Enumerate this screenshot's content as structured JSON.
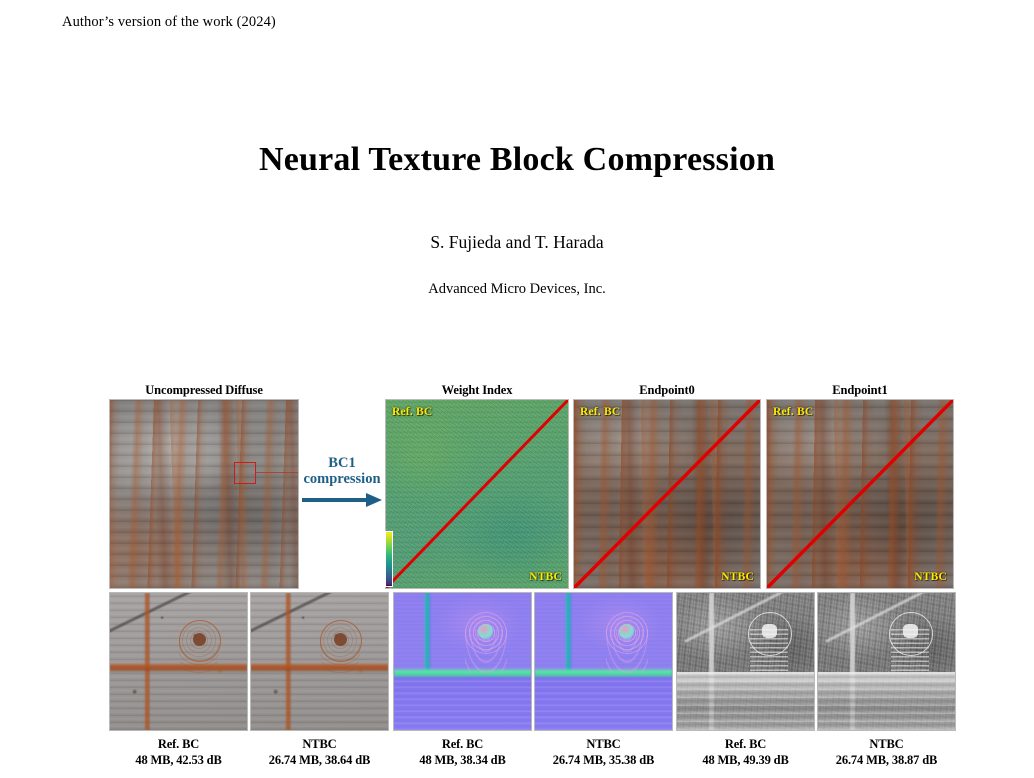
{
  "page": {
    "author_version_note": "Author’s version of the work (2024)",
    "title": "Neural Texture Block Compression",
    "authors": "S. Fujieda and T. Harada",
    "affiliation": "Advanced Micro Devices, Inc."
  },
  "colors": {
    "accent_blue": "#1e5f86",
    "split_line_red": "#e00000",
    "roi_red": "#d11a1a",
    "corner_label_yellow": "#ffea00",
    "page_background": "#ffffff",
    "text": "#000000"
  },
  "figure": {
    "column_headers": [
      {
        "label": "Uncompressed Diffuse"
      },
      {
        "label": "Weight Index"
      },
      {
        "label": "Endpoint0"
      },
      {
        "label": "Endpoint1"
      }
    ],
    "bc1_annotation": {
      "line1": "BC1",
      "line2": "compression",
      "arrow_icon": "right-arrow-icon"
    },
    "top_panels": [
      {
        "name": "uncompressed-diffuse",
        "header": "Uncompressed Diffuse",
        "has_split": false,
        "top_left_label": "",
        "bottom_right_label": "",
        "has_roi_box": true,
        "has_colorbar": false,
        "texture": "rusty-metal-diffuse"
      },
      {
        "name": "weight-index",
        "header": "Weight Index",
        "has_split": true,
        "top_left_label": "Ref. BC",
        "bottom_right_label": "NTBC",
        "has_roi_box": false,
        "has_colorbar": true,
        "texture": "green-weight-index-noise"
      },
      {
        "name": "endpoint0",
        "header": "Endpoint0",
        "has_split": true,
        "top_left_label": "Ref. BC",
        "bottom_right_label": "NTBC",
        "has_roi_box": false,
        "has_colorbar": false,
        "texture": "rusty-metal-endpoint"
      },
      {
        "name": "endpoint1",
        "header": "Endpoint1",
        "has_split": true,
        "top_left_label": "Ref. BC",
        "bottom_right_label": "NTBC",
        "has_roi_box": false,
        "has_colorbar": false,
        "texture": "rusty-metal-endpoint"
      }
    ],
    "colorbar": {
      "name": "weight-index-colorbar",
      "scale": "viridis",
      "high_color": "#fde725",
      "low_color": "#440154"
    },
    "bottom_crops": [
      {
        "name": "crop-diffuse-ref-bc",
        "method": "Ref. BC",
        "stats": "48 MB, 42.53 dB",
        "texture": "rust-closeup"
      },
      {
        "name": "crop-diffuse-ntbc",
        "method": "NTBC",
        "stats": "26.74 MB, 38.64 dB",
        "texture": "rust-closeup"
      },
      {
        "name": "crop-normal-ref-bc",
        "method": "Ref. BC",
        "stats": "48 MB, 38.34 dB",
        "texture": "normal-map-closeup"
      },
      {
        "name": "crop-normal-ntbc",
        "method": "NTBC",
        "stats": "26.74 MB, 35.38 dB",
        "texture": "normal-map-closeup"
      },
      {
        "name": "crop-roughness-ref-bc",
        "method": "Ref. BC",
        "stats": "48 MB, 49.39 dB",
        "texture": "grayscale-closeup"
      },
      {
        "name": "crop-roughness-ntbc",
        "method": "NTBC",
        "stats": "26.74 MB, 38.87 dB",
        "texture": "grayscale-closeup"
      }
    ]
  }
}
